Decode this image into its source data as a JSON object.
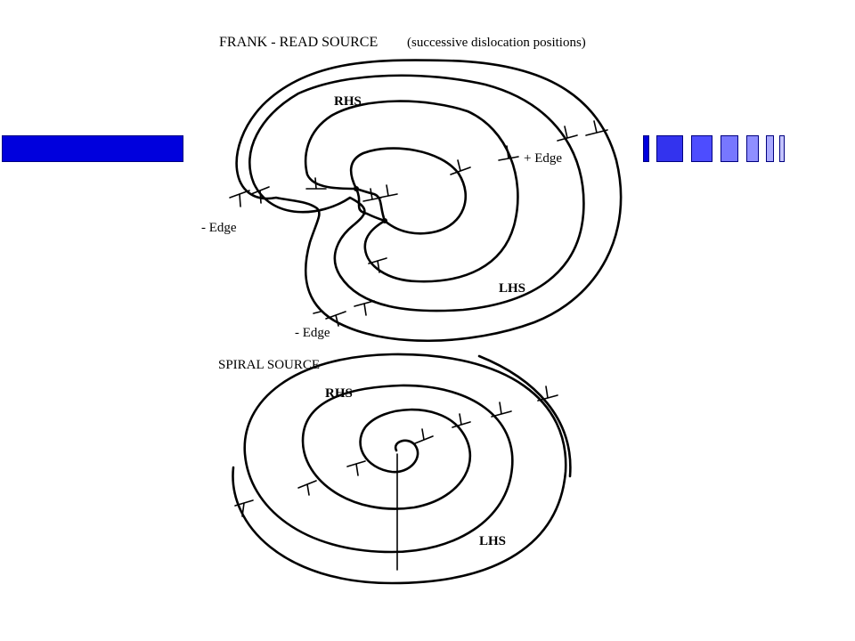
{
  "diagram": {
    "frank_read": {
      "title": "FRANK - READ SOURCE",
      "subtitle": "(successive dislocation positions)",
      "labels": {
        "rhs": "RHS",
        "lhs": "LHS",
        "plus_edge": "+ Edge",
        "minus_edge_left": "- Edge",
        "minus_edge_bottom": "- Edge"
      }
    },
    "spiral": {
      "title": "SPIRAL SOURCE",
      "labels": {
        "rhs": "RHS",
        "lhs": "LHS"
      }
    }
  },
  "colors": {
    "accent_dark": "#0000dd",
    "accent_mid": "#3333ee",
    "accent_light": "#7777ff",
    "accent_pale": "#aaaaff",
    "line": "#000000"
  }
}
